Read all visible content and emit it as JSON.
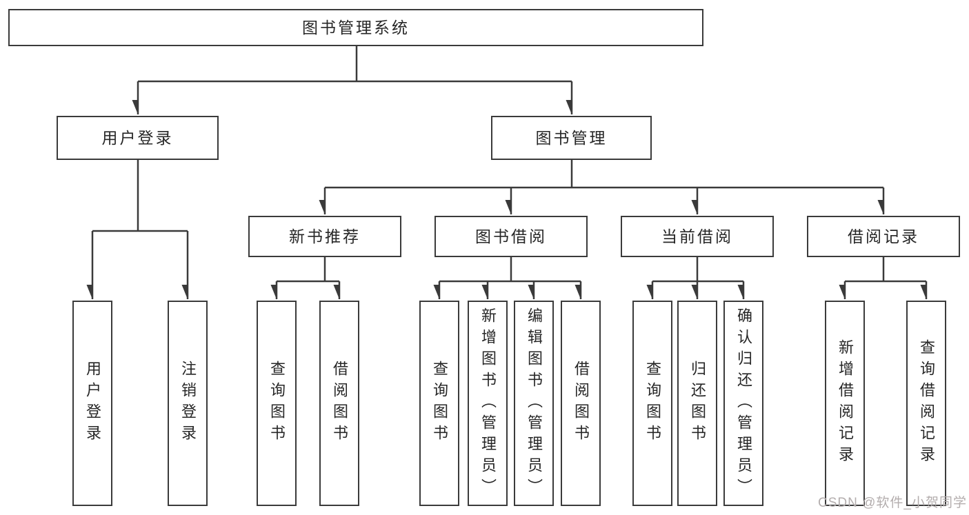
{
  "diagram": {
    "root": "图书管理系统",
    "level2": {
      "user_login": "用户登录",
      "book_mgmt": "图书管理"
    },
    "level3": {
      "new_book_rec": "新书推荐",
      "book_borrow": "图书借阅",
      "current_borrow": "当前借阅",
      "borrow_records": "借阅记录"
    },
    "leaves": {
      "user_login": [
        "用户登录",
        "注销登录"
      ],
      "new_book_rec": [
        "查询图书",
        "借阅图书"
      ],
      "book_borrow": [
        "查询图书",
        "新增图书（管理员）",
        "编辑图书（管理员）",
        "借阅图书"
      ],
      "current_borrow": [
        "查询图书",
        "归还图书",
        "确认归还（管理员）"
      ],
      "borrow_records": [
        "新增借阅记录",
        "查询借阅记录"
      ]
    },
    "colors": {
      "line": "#3a3a3a",
      "text": "#262626",
      "node_background": "#ffffff",
      "watermark": "#b3adad"
    },
    "watermark": "CSDN @软件_小贺同学"
  }
}
